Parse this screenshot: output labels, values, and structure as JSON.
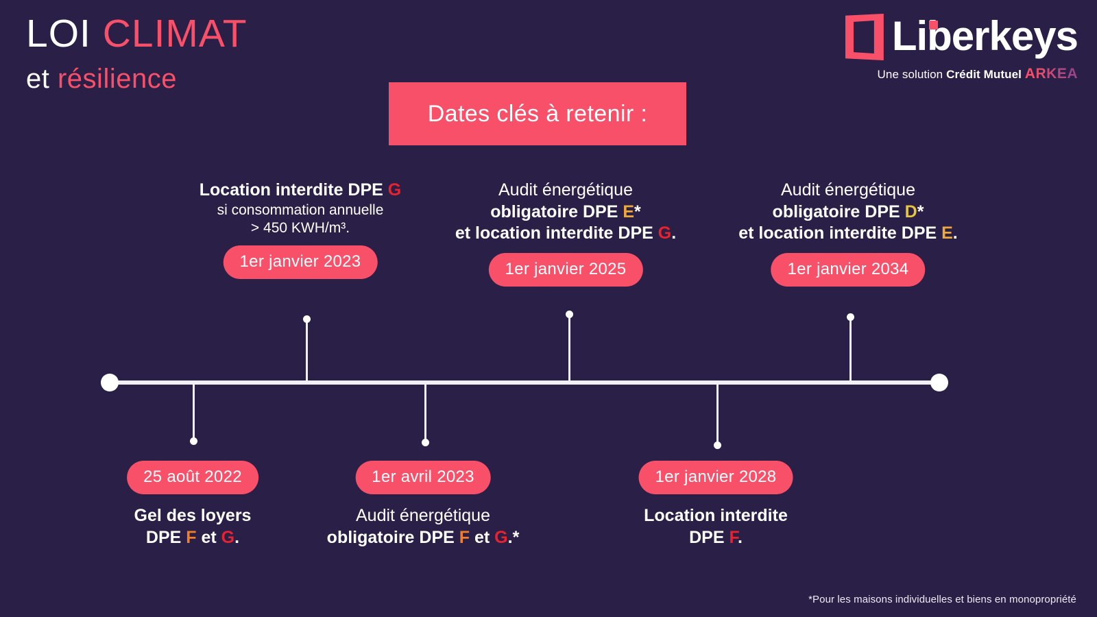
{
  "colors": {
    "background": "#2a1f47",
    "accent_pink": "#f95069",
    "white": "#ffffff",
    "dpe_g": "#e8222e",
    "dpe_f": "#f07e2a",
    "dpe_e": "#f0a83c",
    "dpe_d": "#e8c53c"
  },
  "title": {
    "line1_white": "LOI ",
    "line1_pink": "CLIMAT",
    "line2_white": "et ",
    "line2_pink": "résilience"
  },
  "logo": {
    "mark_name": "door-logo-icon",
    "wordmark": "Liberkeys",
    "tagline_light": "Une solution ",
    "tagline_bold": "Crédit Mutuel ",
    "tagline_brand": "ARKEA",
    "brand_letters": [
      "A",
      "R",
      "K",
      "E",
      "A"
    ]
  },
  "banner": {
    "text": "Dates clés à retenir :"
  },
  "timeline": {
    "upper_events": [
      {
        "date": "1er janvier 2023",
        "caption_lines": [
          {
            "style": "bold",
            "segments": [
              {
                "text": "Location interdite DPE ",
                "color": "white"
              },
              {
                "text": "G",
                "color": "dpe_g"
              }
            ]
          },
          {
            "style": "sub",
            "segments": [
              {
                "text": "si consommation annuelle",
                "color": "white"
              }
            ]
          },
          {
            "style": "sub",
            "segments": [
              {
                "text": "> 450 KWH/m³.",
                "color": "white"
              }
            ]
          }
        ]
      },
      {
        "date": "1er janvier 2025",
        "caption_lines": [
          {
            "style": "reg",
            "segments": [
              {
                "text": "Audit énergétique",
                "color": "white"
              }
            ]
          },
          {
            "style": "bold",
            "segments": [
              {
                "text": "obligatoire DPE ",
                "color": "white"
              },
              {
                "text": "E",
                "color": "dpe_e"
              },
              {
                "text": "*",
                "color": "white"
              }
            ]
          },
          {
            "style": "bold",
            "segments": [
              {
                "text": "et location interdite DPE ",
                "color": "white"
              },
              {
                "text": "G",
                "color": "dpe_g"
              },
              {
                "text": ".",
                "color": "white"
              }
            ]
          }
        ]
      },
      {
        "date": "1er janvier 2034",
        "caption_lines": [
          {
            "style": "reg",
            "segments": [
              {
                "text": "Audit énergétique",
                "color": "white"
              }
            ]
          },
          {
            "style": "bold",
            "segments": [
              {
                "text": "obligatoire DPE ",
                "color": "white"
              },
              {
                "text": "D",
                "color": "dpe_d"
              },
              {
                "text": "*",
                "color": "white"
              }
            ]
          },
          {
            "style": "bold",
            "segments": [
              {
                "text": "et location interdite DPE ",
                "color": "white"
              },
              {
                "text": "E",
                "color": "dpe_e"
              },
              {
                "text": ".",
                "color": "white"
              }
            ]
          }
        ]
      }
    ],
    "lower_events": [
      {
        "date": "25 août 2022",
        "caption_lines": [
          {
            "style": "bold",
            "segments": [
              {
                "text": "Gel des loyers",
                "color": "white"
              }
            ]
          },
          {
            "style": "bold",
            "segments": [
              {
                "text": "DPE ",
                "color": "white"
              },
              {
                "text": "F",
                "color": "dpe_f"
              },
              {
                "text": " et ",
                "color": "white"
              },
              {
                "text": "G",
                "color": "dpe_g"
              },
              {
                "text": ".",
                "color": "white"
              }
            ]
          }
        ]
      },
      {
        "date": "1er avril 2023",
        "caption_lines": [
          {
            "style": "reg",
            "segments": [
              {
                "text": "Audit énergétique",
                "color": "white"
              }
            ]
          },
          {
            "style": "bold",
            "segments": [
              {
                "text": "obligatoire DPE ",
                "color": "white"
              },
              {
                "text": "F",
                "color": "dpe_f"
              },
              {
                "text": " et ",
                "color": "white"
              },
              {
                "text": "G",
                "color": "dpe_g"
              },
              {
                "text": ".*",
                "color": "white"
              }
            ]
          }
        ]
      },
      {
        "date": "1er janvier 2028",
        "caption_lines": [
          {
            "style": "bold",
            "segments": [
              {
                "text": "Location interdite",
                "color": "white"
              }
            ]
          },
          {
            "style": "bold",
            "segments": [
              {
                "text": "DPE ",
                "color": "white"
              },
              {
                "text": "F",
                "color": "dpe_g"
              },
              {
                "text": ".",
                "color": "white"
              }
            ]
          }
        ]
      }
    ]
  },
  "footnote": {
    "text": "*Pour les maisons individuelles et biens en monopropriété"
  }
}
